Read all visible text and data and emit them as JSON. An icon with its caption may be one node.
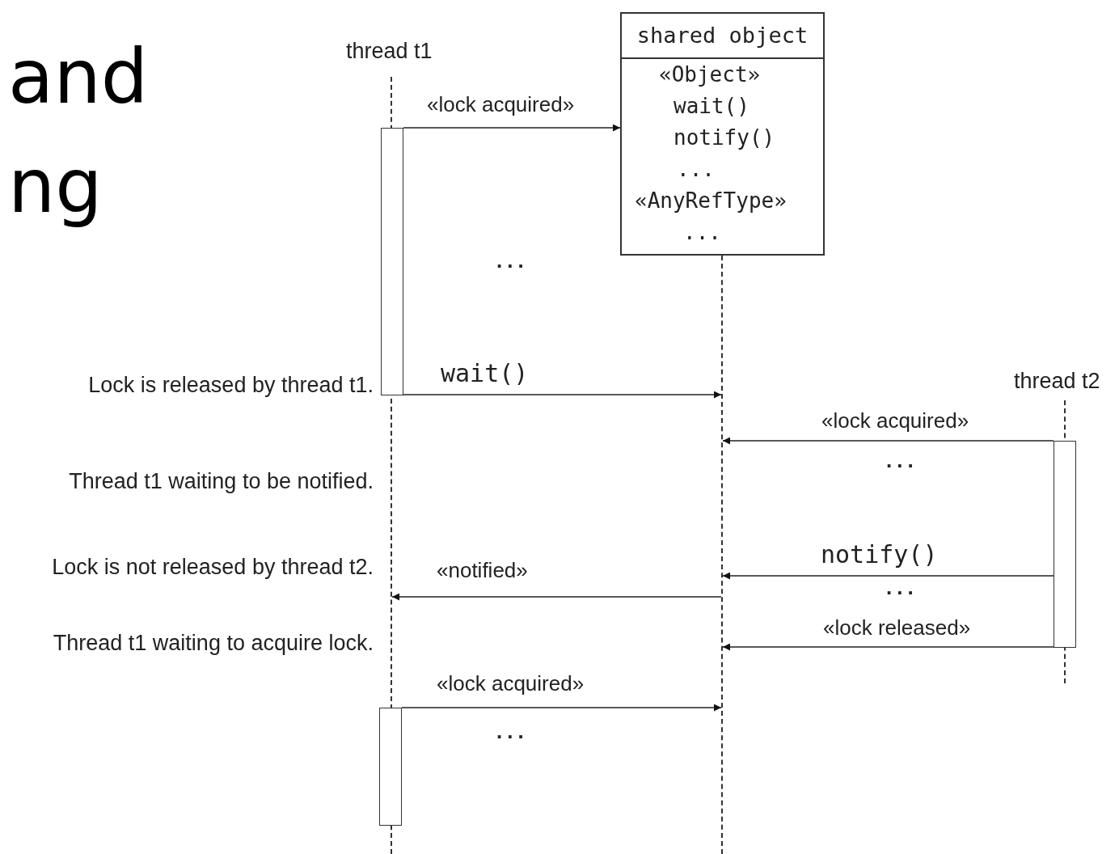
{
  "diagram": {
    "nodes": [
      {
        "text": [
          "thread t1"
        ]
      },
      {
        "text": [
          "shared object",
          "«Object»",
          "wait()",
          "notify()",
          "...",
          "«AnyRefType»",
          "..."
        ]
      },
      {
        "text": [
          "thread t2"
        ]
      },
      {
        "text": [],
        "shape": "line"
      },
      {
        "text": [],
        "shape": "line"
      },
      {
        "text": [],
        "shape": "line"
      },
      {
        "text": [],
        "shape": "bar"
      },
      {
        "text": [],
        "shape": "bar"
      },
      {
        "text": [],
        "shape": "bar"
      }
    ],
    "edges": [
      {
        "from": 6,
        "to": 1,
        "arrow": "to",
        "label": "«lock acquired»"
      },
      {
        "from": 6,
        "to": 4,
        "arrow": "to",
        "label": "wait()"
      },
      {
        "from": 7,
        "to": 4,
        "arrow": "to",
        "label": "«lock acquired»"
      },
      {
        "from": 7,
        "to": 4,
        "arrow": "to",
        "label": "notify()"
      },
      {
        "from": 4,
        "to": 3,
        "arrow": "to",
        "label": "«notified»"
      },
      {
        "from": 7,
        "to": 4,
        "arrow": "to",
        "label": "«lock released»"
      },
      {
        "from": 8,
        "to": 4,
        "arrow": "to",
        "label": "«lock acquired»"
      }
    ],
    "labels": [
      "and",
      "ng",
      "...",
      "Lock is released by thread t1.",
      "...",
      "Thread t1 waiting to be notified.",
      "Lock is not released by thread t2.",
      "...",
      "Thread t1 waiting to acquire lock.",
      "..."
    ]
  }
}
